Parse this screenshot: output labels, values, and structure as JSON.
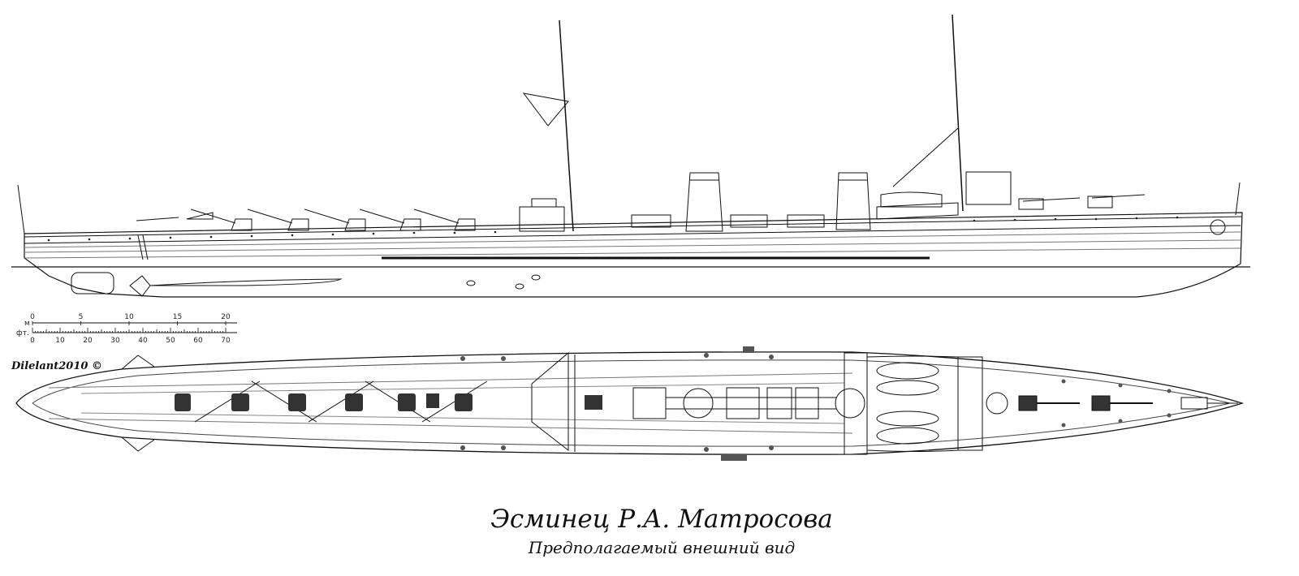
{
  "drawing": {
    "title": "Эсминец Р.А. Матросова",
    "subtitle": "Предполагаемый внешний вид",
    "author": "Dilelant2010 ©"
  },
  "scale_bar": {
    "unit_m": "м",
    "unit_ft": "фт.",
    "m_ticks": [
      "0",
      "5",
      "10",
      "15",
      "20"
    ],
    "ft_ticks": [
      "0",
      "10",
      "20",
      "30",
      "40",
      "50",
      "60",
      "70"
    ]
  },
  "colors": {
    "ink": "#111111",
    "paper": "#ffffff",
    "grey": "#9a9a9a"
  }
}
